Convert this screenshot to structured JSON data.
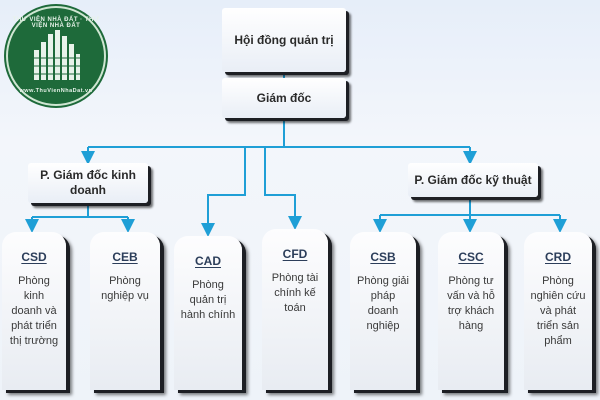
{
  "logo": {
    "ring_text_top": "THƯ VIỆN NHÀ ĐẤT · THƯ VIỆN NHÀ ĐẤT",
    "ring_text_bottom": "www.ThuVienNhaDat.vn"
  },
  "org": {
    "board": "Hội đồng quản trị",
    "director": "Giám đốc",
    "deputy_business": "P. Giám đốc kinh doanh",
    "deputy_technical": "P. Giám đốc kỹ thuật",
    "departments": [
      {
        "code": "CSD",
        "name": "Phòng kinh doanh và phát triển thị trường"
      },
      {
        "code": "CEB",
        "name": "Phòng nghiệp vụ"
      },
      {
        "code": "CAD",
        "name": "Phòng quản trị hành chính"
      },
      {
        "code": "CFD",
        "name": "Phòng tài chính kế toán"
      },
      {
        "code": "CSB",
        "name": "Phòng giải pháp doanh nghiệp"
      },
      {
        "code": "CSC",
        "name": "Phòng tư vấn và hỗ trợ khách hàng"
      },
      {
        "code": "CRD",
        "name": "Phòng nghiên cứu và phát triển sản phẩm"
      }
    ]
  },
  "colors": {
    "connector": "#1f9fd6",
    "shadow": "#1d1f24",
    "logo_green": "#1e6a3a"
  }
}
